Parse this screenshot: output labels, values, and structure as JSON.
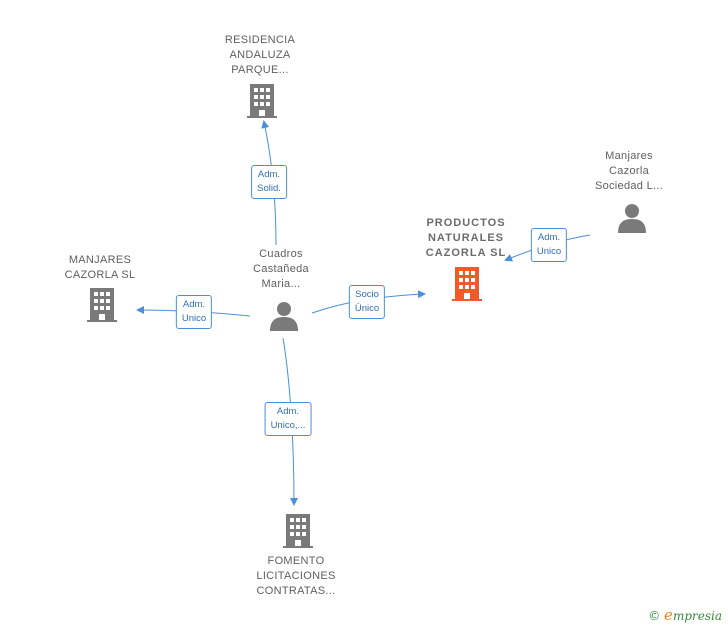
{
  "nodes": {
    "residencia": {
      "lines": [
        "RESIDENCIA",
        "ANDALUZA",
        "PARQUE..."
      ]
    },
    "manjares_sl": {
      "lines": [
        "MANJARES",
        "CAZORLA  SL"
      ]
    },
    "productos": {
      "lines": [
        "PRODUCTOS",
        "NATURALES",
        "CAZORLA  SL"
      ]
    },
    "manjares_soc": {
      "lines": [
        "Manjares",
        "Cazorla",
        "Sociedad L..."
      ]
    },
    "cuadros": {
      "lines": [
        "Cuadros",
        "Castañeda",
        "Maria..."
      ]
    },
    "fomento": {
      "lines": [
        "FOMENTO",
        "LICITACIONES",
        "CONTRATAS..."
      ]
    }
  },
  "edges": {
    "adm_solid": {
      "lines": [
        "Adm.",
        "Solid."
      ]
    },
    "adm_unico_left": {
      "lines": [
        "Adm.",
        "Unico"
      ]
    },
    "socio_unico": {
      "lines": [
        "Socio",
        "Único"
      ]
    },
    "adm_unico_right": {
      "lines": [
        "Adm.",
        "Unico"
      ]
    },
    "adm_unico_down": {
      "lines": [
        "Adm.",
        "Unico,..."
      ]
    }
  },
  "colors": {
    "company_icon": "#7a7a7a",
    "focus_icon": "#f05a28",
    "person_icon": "#7a7a7a",
    "edge": "#4a90d9"
  },
  "brand": {
    "copyright": "©",
    "initial": "e",
    "rest": "mpresia"
  }
}
